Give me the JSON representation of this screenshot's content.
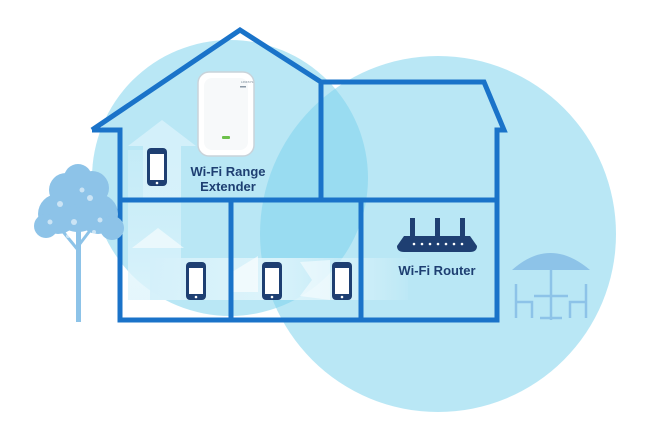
{
  "extender": {
    "label_line1": "Wi-Fi Range",
    "label_line2": "Extender",
    "logo": "LINKSYS"
  },
  "router": {
    "label": "Wi-Fi Router"
  },
  "colors": {
    "outline": "#1a73c9",
    "coverage": "#7fd3ec",
    "signal": "#bfe9f7",
    "label": "#1e3f72",
    "tree": "#8dc3e8"
  },
  "icons": [
    "tree-icon",
    "range-extender-icon",
    "wifi-router-icon",
    "smartphone-icon",
    "patio-table-icon",
    "signal-arrow-icon"
  ]
}
